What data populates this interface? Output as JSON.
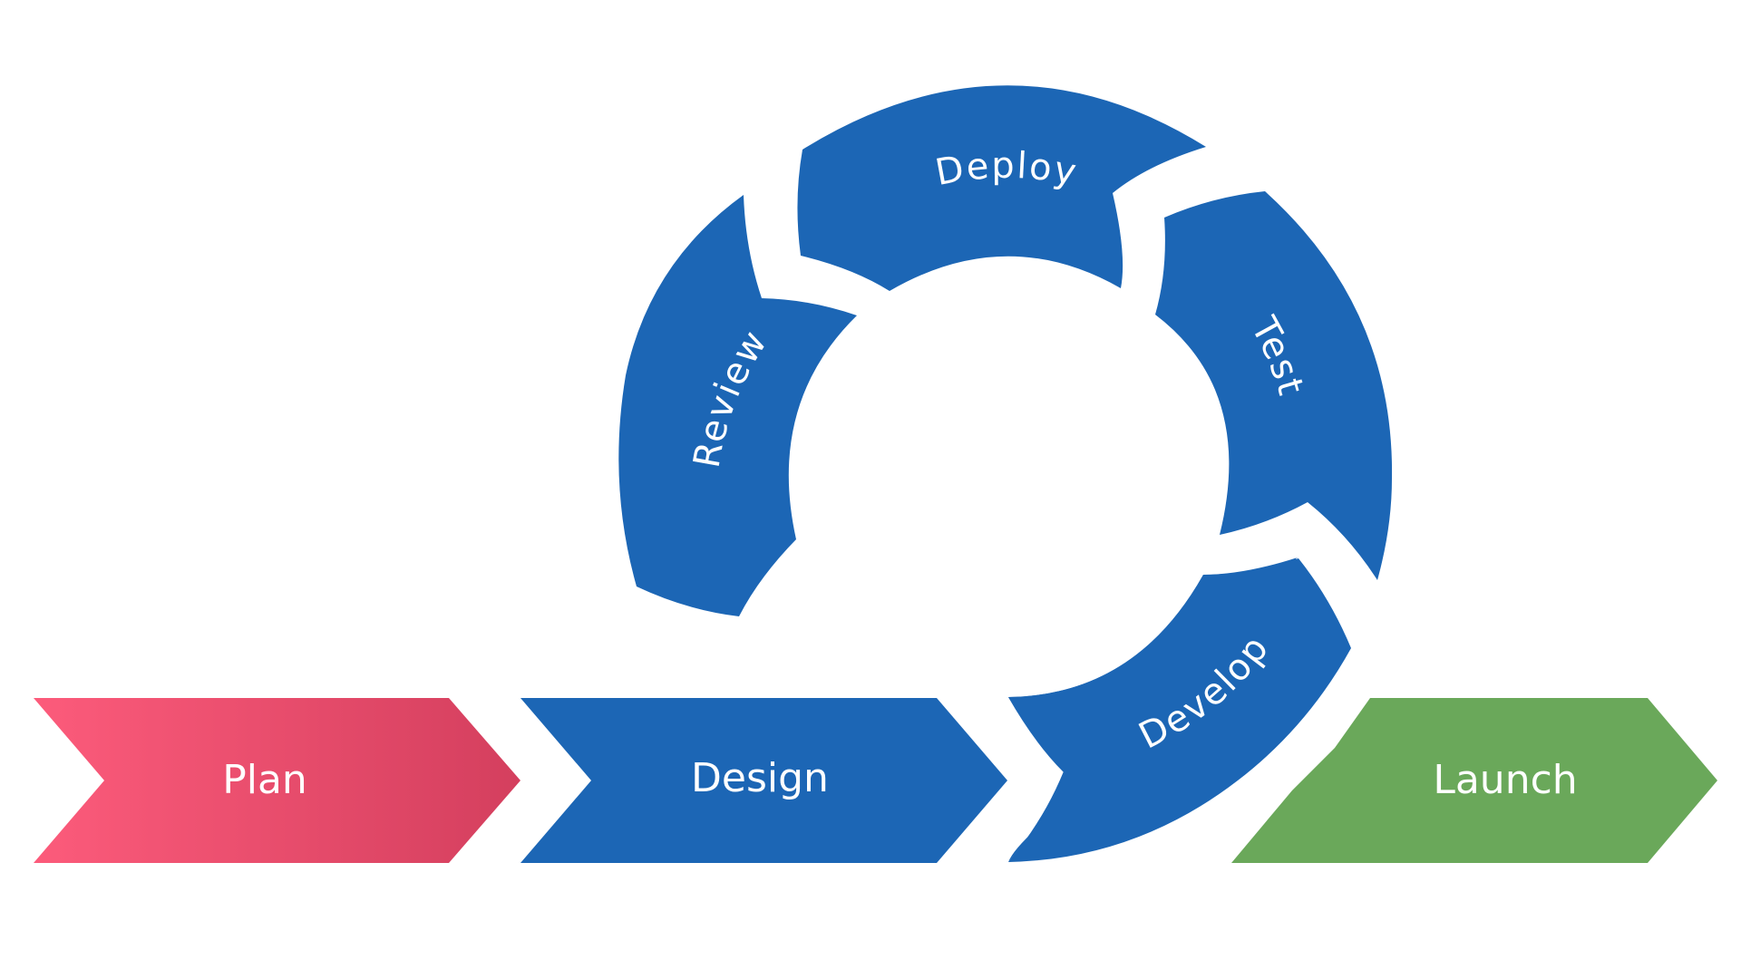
{
  "colors": {
    "blue": "#1c66b5",
    "plan_start": "#fc5b7b",
    "plan_end": "#d43f5e",
    "launch": "#6aa85a",
    "text": "#ffffff"
  },
  "stages": {
    "plan": "Plan",
    "design": "Design",
    "launch": "Launch"
  },
  "cycle": {
    "deploy": "Deploy",
    "test": "Test",
    "develop": "Develop",
    "review": "Review"
  }
}
